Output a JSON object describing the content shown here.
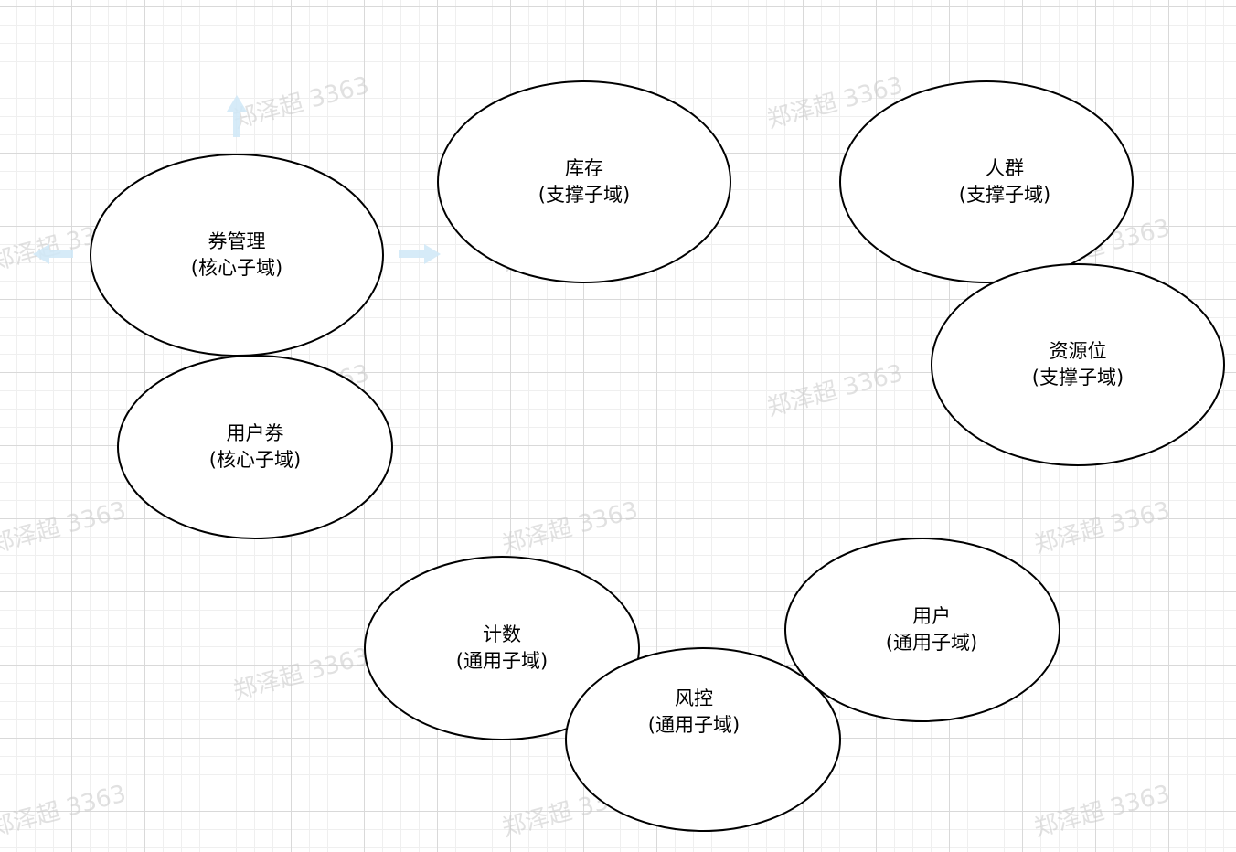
{
  "diagram": {
    "nodes": [
      {
        "id": "quan-guanli",
        "name": "券管理",
        "type": "(核心子域)"
      },
      {
        "id": "yonghu-quan",
        "name": "用户券",
        "type": "(核心子域)"
      },
      {
        "id": "kucun",
        "name": "库存",
        "type": "(支撑子域)"
      },
      {
        "id": "renqun",
        "name": "人群",
        "type": "(支撑子域)"
      },
      {
        "id": "ziyuanwei",
        "name": "资源位",
        "type": "(支撑子域)"
      },
      {
        "id": "jishu",
        "name": "计数",
        "type": "(通用子域)"
      },
      {
        "id": "fengkong",
        "name": "风控",
        "type": "(通用子域)"
      },
      {
        "id": "yonghu",
        "name": "用户",
        "type": "(通用子域)"
      }
    ],
    "watermark_text": "郑泽超 3363",
    "colors": {
      "node_stroke": "#000000",
      "node_fill": "#ffffff",
      "hint_arrow": "#cfe7f7",
      "watermark": "#c9c9c9"
    }
  }
}
